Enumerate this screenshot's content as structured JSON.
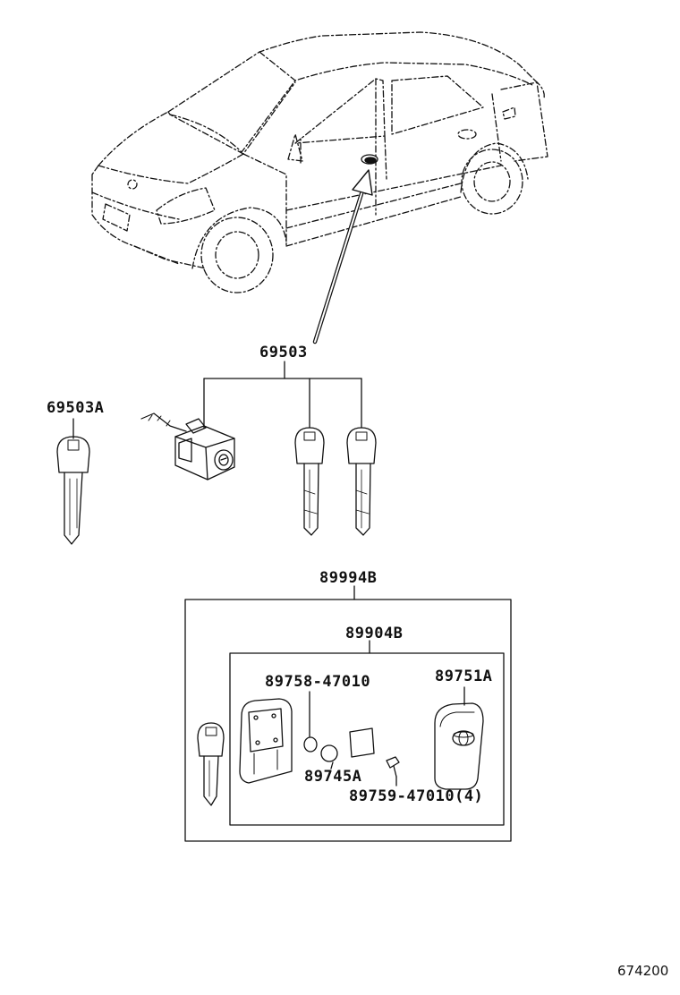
{
  "labels": {
    "lock_set": "69503",
    "key_blank": "69503A",
    "smart_key_assembly": "89994B",
    "smart_key_set": "89904B",
    "cover": "89758-47010",
    "transmitter_housing": "89751A",
    "battery": "89745A",
    "screw": "89759-47010(4)"
  },
  "illustration_ref": "674200"
}
